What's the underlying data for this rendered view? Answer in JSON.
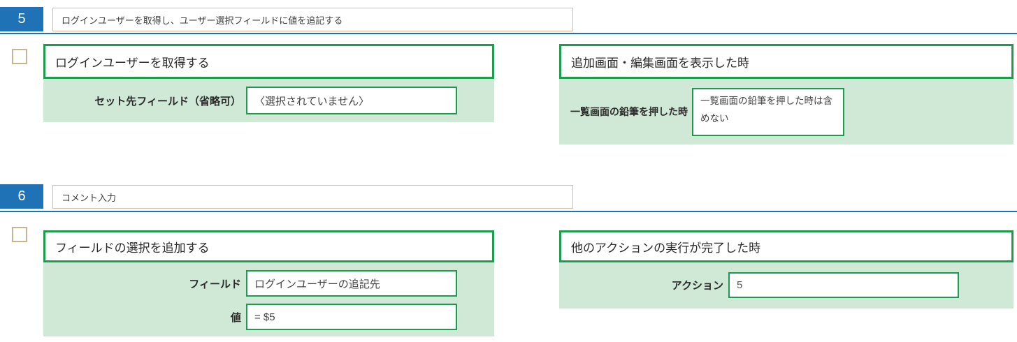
{
  "colors": {
    "badge_blue": "#1f72b5",
    "divider_blue": "#1f72b5",
    "summary_border_tan": "#d9bd9c",
    "checkbox_border_tan": "#c9b393",
    "box_border_green": "#1e9c4d",
    "panel_fill_green": "#cfe9d6",
    "value_gray": "#595959"
  },
  "sections": [
    {
      "number": "5",
      "summary": "ログインユーザーを取得し、ユーザー選択フィールドに値を追記する",
      "action": {
        "title": "ログインユーザーを取得する",
        "fields": [
          {
            "label": "セット先フィールド（省略可）",
            "value": "〈選択されていません〉"
          }
        ]
      },
      "trigger": {
        "title": "追加画面・編集画面を表示した時",
        "fields": [
          {
            "label": "一覧画面の鉛筆を押した時",
            "value": "一覧画面の鉛筆を押した時は含めない"
          }
        ]
      }
    },
    {
      "number": "6",
      "summary": "コメント入力",
      "action": {
        "title": "フィールドの選択を追加する",
        "fields": [
          {
            "label": "フィールド",
            "value": "ログインユーザーの追記先"
          },
          {
            "label": "値",
            "value": "= $5"
          }
        ]
      },
      "trigger": {
        "title": "他のアクションの実行が完了した時",
        "fields": [
          {
            "label": "アクション",
            "value": "5"
          }
        ]
      }
    }
  ]
}
